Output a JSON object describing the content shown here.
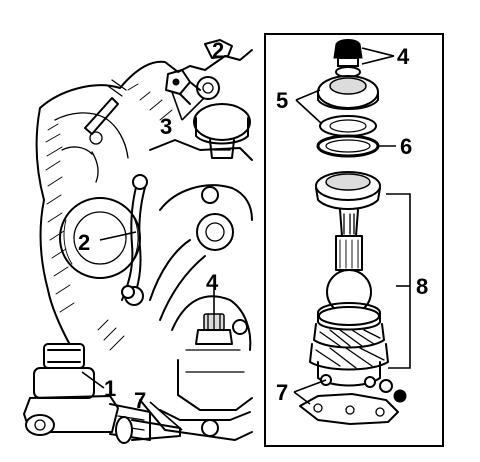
{
  "figure": {
    "callouts": {
      "steering_damper": "1",
      "bracket_wire": "2",
      "tie_rod_end": "3",
      "nut_left": "4",
      "nut_right": "4",
      "shim_washer": "5",
      "dust_cover": "6",
      "bolts_left": "7",
      "bolts_right": "7",
      "king_pin_assembly": "8"
    },
    "colors": {
      "ink": "#000000",
      "paper": "#ffffff",
      "shade": "#dcdcdc"
    }
  }
}
